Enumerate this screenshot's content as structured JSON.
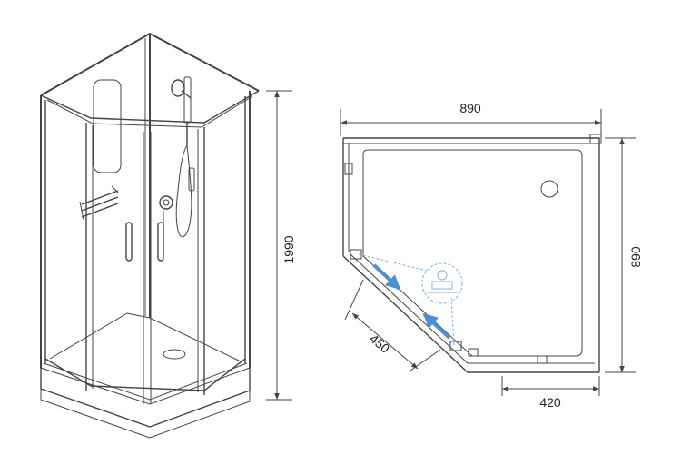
{
  "dimensions": {
    "height_label": "1990",
    "width_label": "890",
    "depth_label": "890",
    "door_label": "450",
    "side_label": "420"
  },
  "colors": {
    "line": "#444444",
    "arrow": "#4a90d9",
    "detail": "#7fb3e0"
  }
}
